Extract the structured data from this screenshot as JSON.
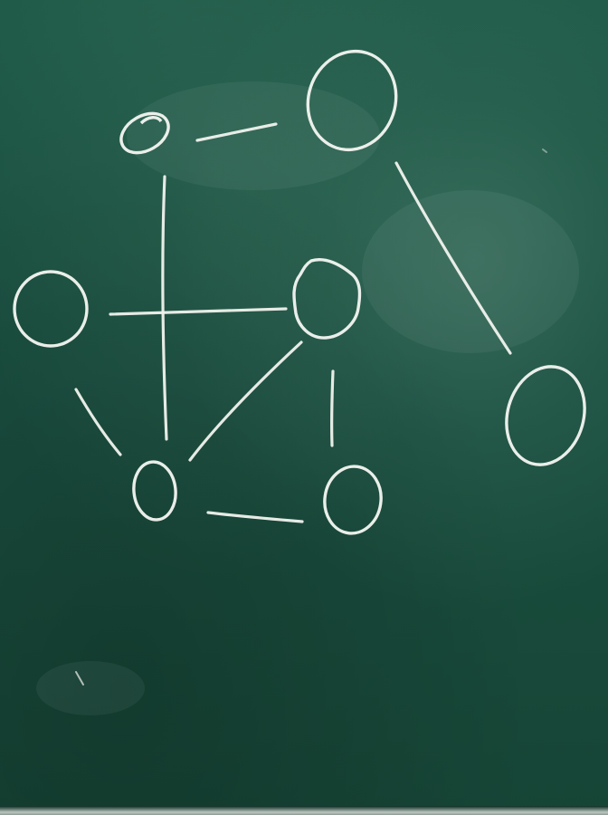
{
  "scene": {
    "description_elements": [
      "chalkboard",
      "graph-drawing"
    ],
    "colors": {
      "board": "#1a4f40",
      "chalk": "#f1f3ee"
    }
  },
  "graph": {
    "node_count": 7,
    "edge_count": 8
  }
}
